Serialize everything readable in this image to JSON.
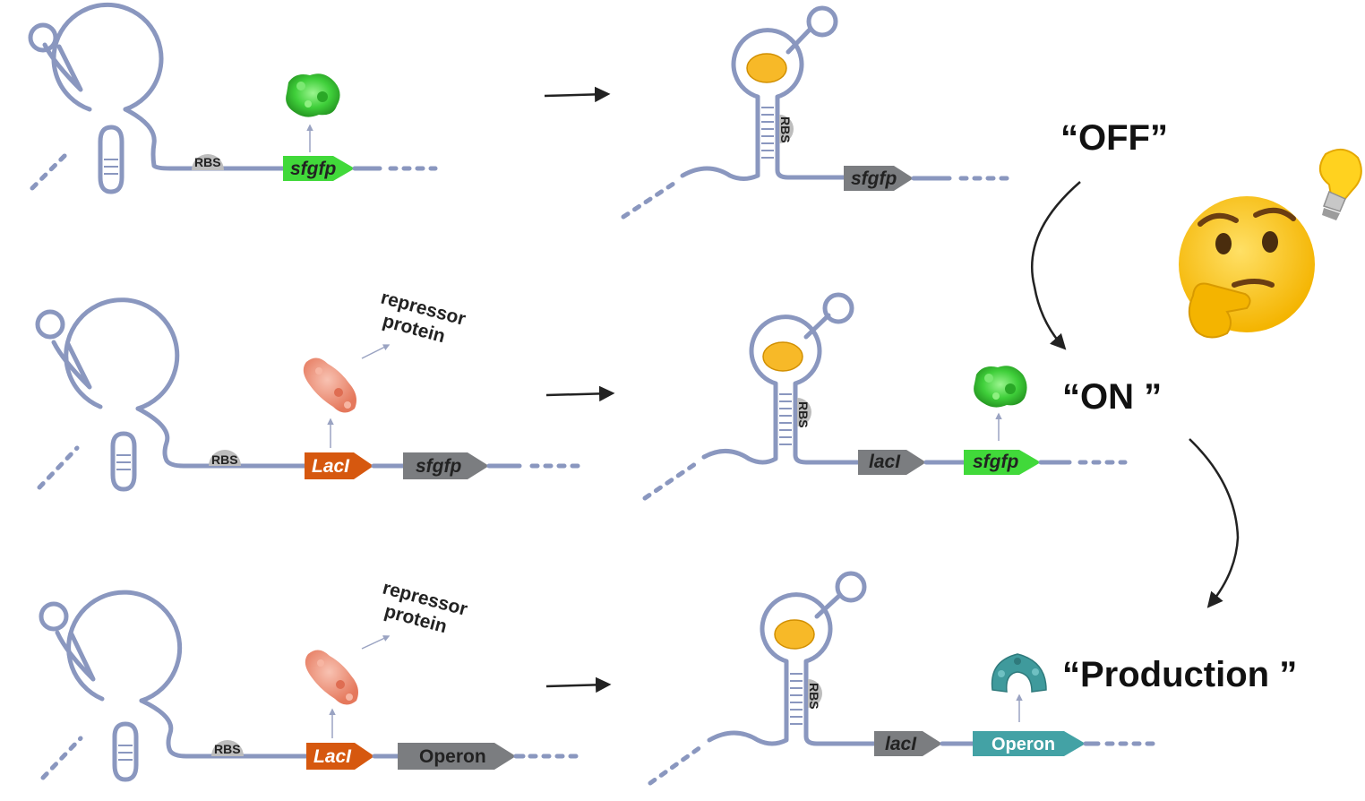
{
  "rbs_label": "RBS",
  "genes": {
    "sfgfp": "sfgfp",
    "laci_upper": "LacI",
    "laci_lower": "lacI",
    "operon": "Operon"
  },
  "annotations": {
    "repressor_line1": "repressor",
    "repressor_line2": "protein"
  },
  "states": {
    "off": "“OFF”",
    "on": "“ON ”",
    "production": "“Production ”"
  },
  "colors": {
    "rna_strand": "#8a97bf",
    "sfgfp_active": "#41d93a",
    "gene_inactive": "#7b7d80",
    "laci_active": "#d6580f",
    "operon_active": "#43a2a5",
    "ligand": "#f7b928",
    "protein_gfp": "#3fcf3a",
    "protein_repressor": "#f0947a",
    "protein_enzyme": "#3f9a9c",
    "rbs": "#bdbdbd"
  },
  "icons": [
    "thinking-face-emoji-icon",
    "light-bulb-icon",
    "gfp-protein-icon",
    "repressor-protein-icon",
    "enzyme-protein-icon",
    "ligand-icon"
  ]
}
